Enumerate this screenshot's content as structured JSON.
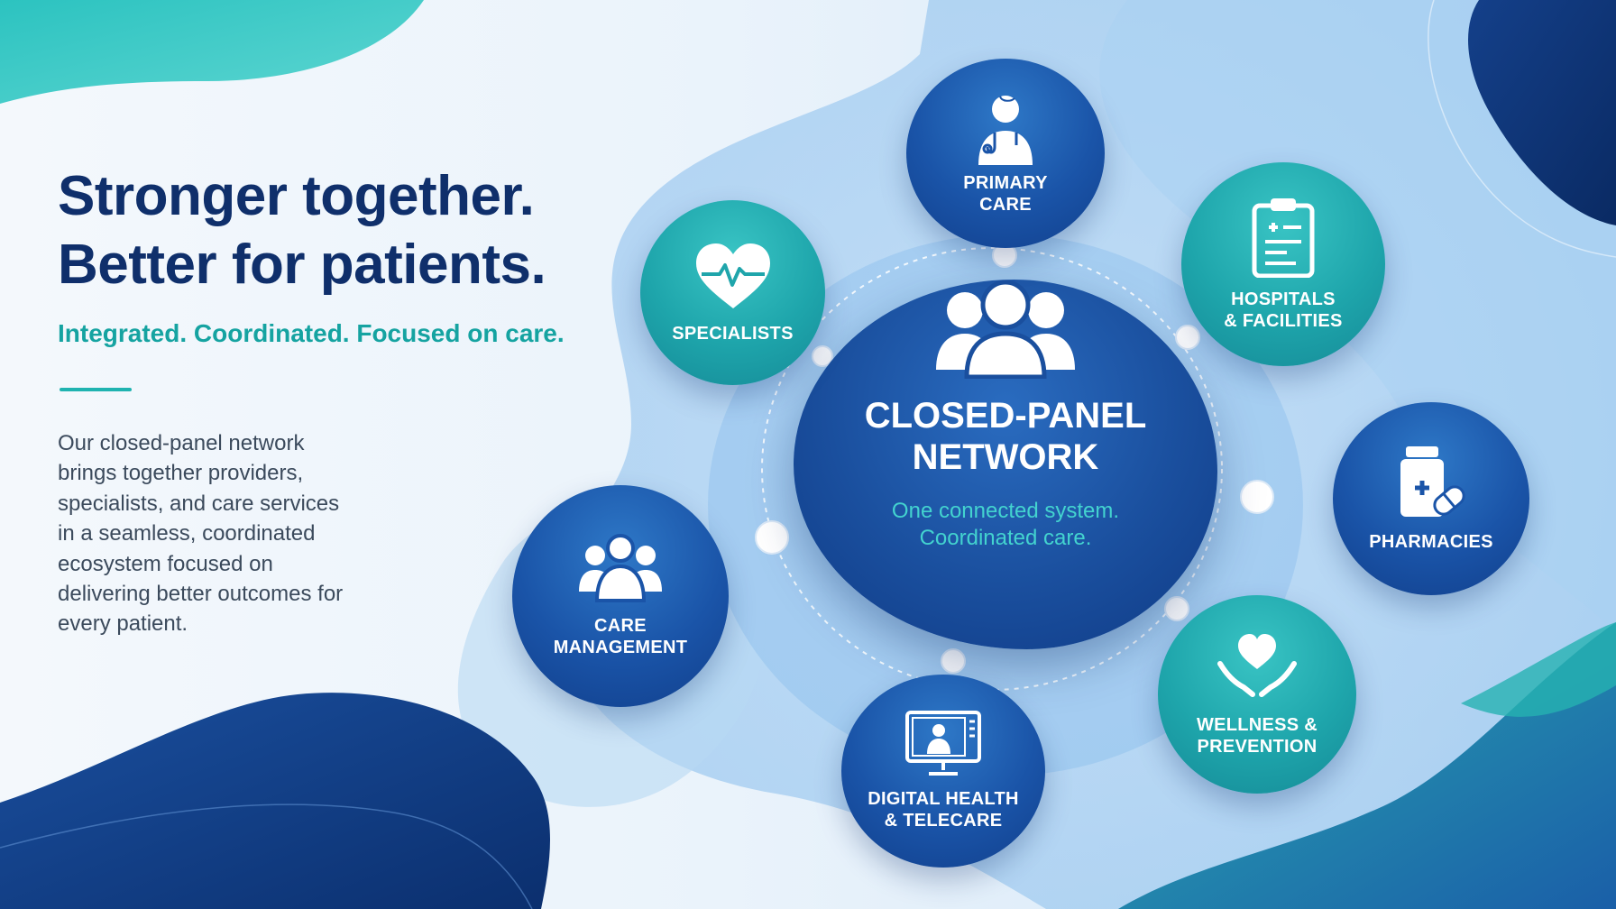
{
  "headline": {
    "line1": "Stronger together.",
    "line2": "Better for patients."
  },
  "tagline": "Integrated. Coordinated. Focused on care.",
  "body_copy": "Our closed-panel network brings together providers, specialists, and care services in a seamless, coordinated ecosystem focused on delivering better outcomes for every patient.",
  "hub": {
    "title": "CLOSED-PANEL\nNETWORK",
    "subtitle": "One connected system.\nCoordinated care.",
    "icon": "people-group-icon"
  },
  "nodes": {
    "primary_care": {
      "label": "PRIMARY\nCARE",
      "icon": "doctor-icon"
    },
    "specialists": {
      "label": "SPECIALISTS",
      "icon": "heart-pulse-icon"
    },
    "hospitals": {
      "label": "HOSPITALS\n& FACILITIES",
      "icon": "clipboard-icon"
    },
    "pharmacies": {
      "label": "PHARMACIES",
      "icon": "medicine-bottle-icon"
    },
    "wellness": {
      "label": "WELLNESS &\nPREVENTION",
      "icon": "hands-heart-icon"
    },
    "digital_health": {
      "label": "DIGITAL HEALTH\n& TELECARE",
      "icon": "telehealth-monitor-icon"
    },
    "care_management": {
      "label": "CARE\nMANAGEMENT",
      "icon": "care-team-icon"
    }
  },
  "colors": {
    "navy": "#0f2f6b",
    "teal": "#15a3a1",
    "blue": "#1a54a8",
    "text": "#3b4a5c"
  }
}
